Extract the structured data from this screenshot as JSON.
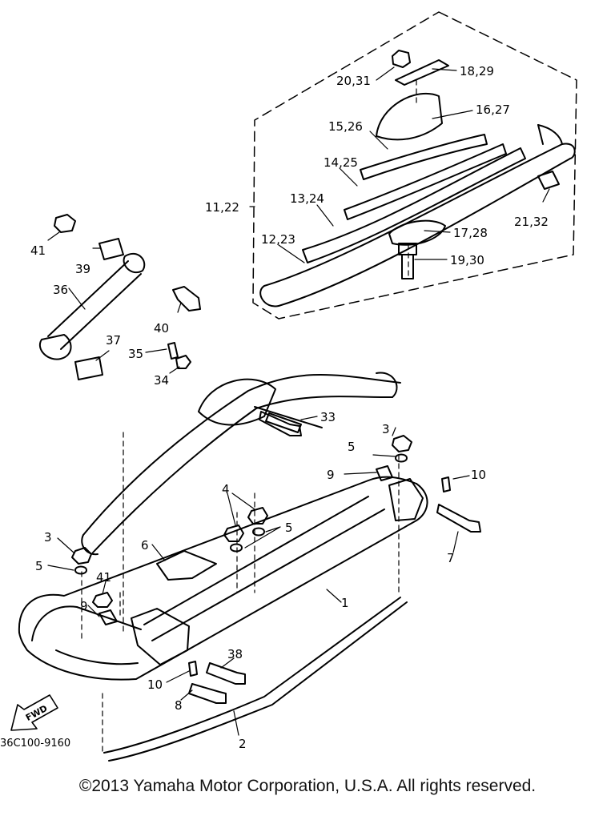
{
  "callouts": {
    "c_20_31": "20,31",
    "c_18_29": "18,29",
    "c_16_27": "16,27",
    "c_15_26": "15,26",
    "c_14_25": "14,25",
    "c_13_24": "13,24",
    "c_11_22": "11,22",
    "c_12_23": "12,23",
    "c_17_28": "17,28",
    "c_19_30": "19,30",
    "c_21_32": "21,32",
    "c_41_top": "41",
    "c_39": "39",
    "c_36": "36",
    "c_40": "40",
    "c_37": "37",
    "c_35": "35",
    "c_34": "34",
    "c_33": "33",
    "c_3_right": "3",
    "c_5_right": "5",
    "c_9_right": "9",
    "c_10_right": "10",
    "c_7": "7",
    "c_4": "4",
    "c_5_mid": "5",
    "c_3_left": "3",
    "c_5_left": "5",
    "c_6": "6",
    "c_41_bottom": "41",
    "c_9_left": "9",
    "c_1": "1",
    "c_38": "38",
    "c_10_left": "10",
    "c_8": "8",
    "c_2": "2"
  },
  "fwd_label": "FWD",
  "drawing_code": "36C100-9160",
  "copyright": "©2013 Yamaha Motor Corporation, U.S.A. All rights reserved."
}
